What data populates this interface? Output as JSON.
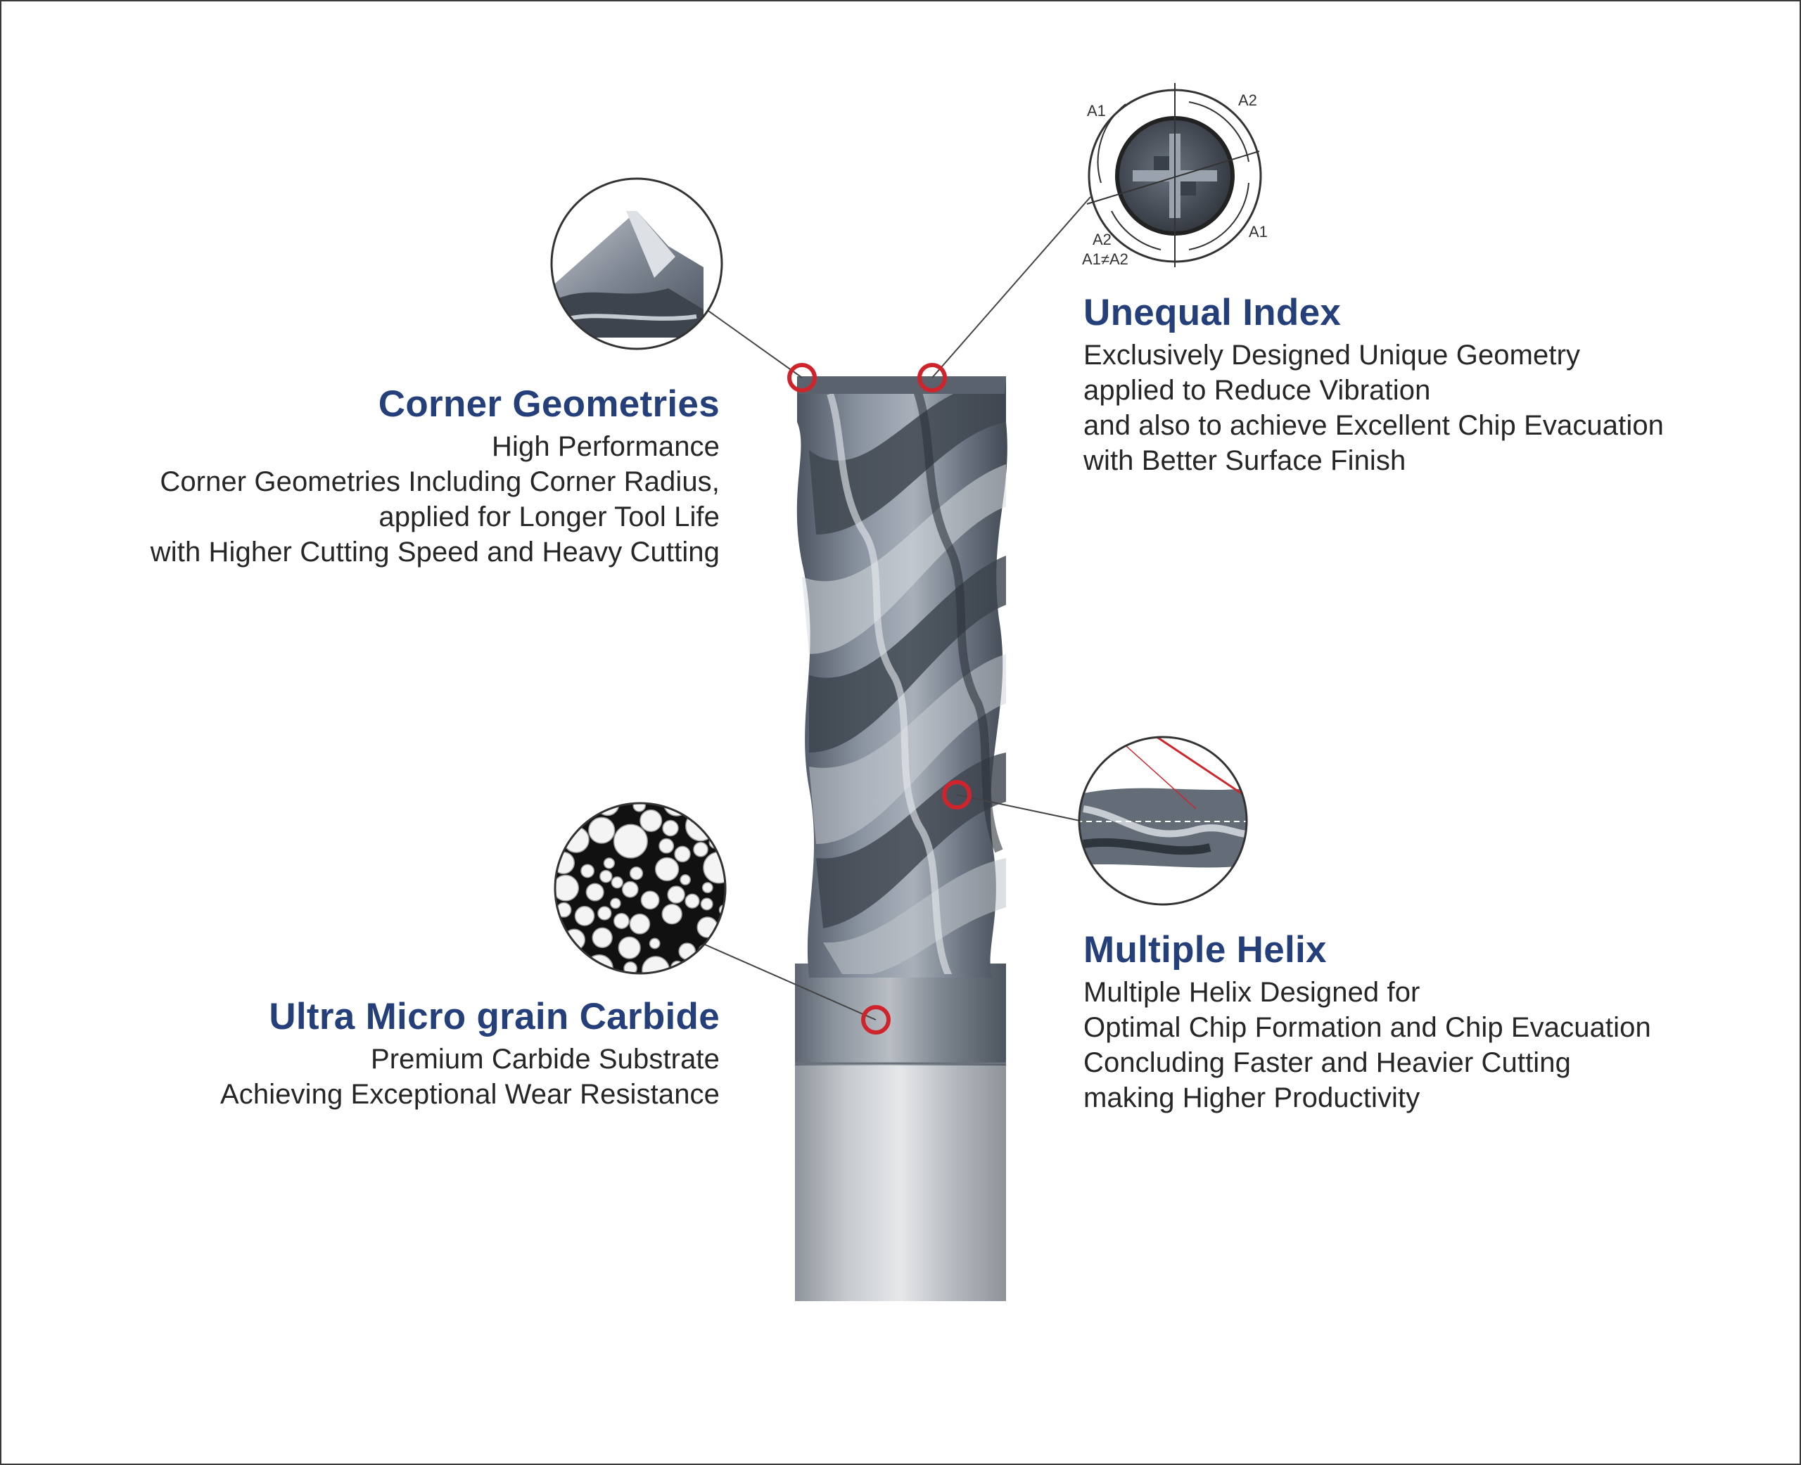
{
  "features": {
    "corner": {
      "title": "Corner Geometries",
      "lines": [
        "High Performance",
        "Corner Geometries Including Corner Radius,",
        "applied for Longer Tool Life",
        "with Higher Cutting Speed and Heavy Cutting"
      ]
    },
    "unequal": {
      "title": "Unequal Index",
      "lines": [
        "Exclusively Designed Unique Geometry",
        "applied to Reduce Vibration",
        "and also to achieve Excellent Chip Evacuation",
        "with Better Surface Finish"
      ]
    },
    "carbide": {
      "title": "Ultra Micro grain Carbide",
      "lines": [
        "Premium Carbide Substrate",
        "Achieving Exceptional Wear Resistance"
      ]
    },
    "helix": {
      "title": "Multiple Helix",
      "lines": [
        "Multiple Helix Designed for",
        "Optimal Chip Formation and Chip Evacuation",
        "Concluding Faster and Heavier Cutting",
        "making Higher Productivity"
      ]
    }
  },
  "index_diagram": {
    "a1_top": "A1",
    "a2_top": "A2",
    "a1_right": "A1",
    "a2_bottom": "A2",
    "note": "A1≠A2"
  },
  "colors": {
    "title_blue": "#243f7a",
    "marker_red": "#d0242c",
    "tool_steel": "#6f7886"
  }
}
